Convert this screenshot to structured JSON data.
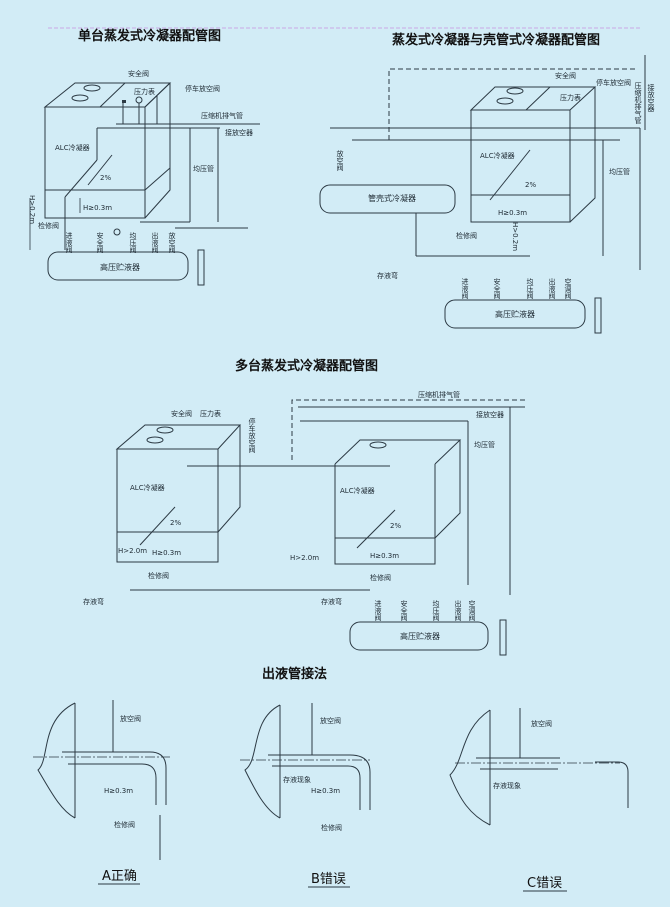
{
  "colors": {
    "background": "#d2ecf6",
    "line": "#2c3a44",
    "header_rule": "#c9a9e6"
  },
  "single": {
    "title": "单台蒸发式冷凝器配管图",
    "safety_valve": "安全阀",
    "pressure_gauge": "压力表",
    "shutdown_vent_valve": "停车放空阀",
    "compressor_discharge": "压缩机排气管",
    "air_purger": "接放空器",
    "condenser": "ALC冷凝器",
    "slope": "2%",
    "h_min": "H≥0.3m",
    "h_receiver": "H>0.2m",
    "service_valve": "检修阀",
    "equalizer_pipe": "均压管",
    "receiver": "高压贮液器",
    "inlet_valve": "进液阀",
    "receiver_safety": "安全阀",
    "equalizer_valve": "均压阀",
    "outlet_valve": "出液阀",
    "vent_valve": "放空阀"
  },
  "shell": {
    "title": "蒸发式冷凝器与壳管式冷凝器配管图",
    "safety_valve": "安全阀",
    "pressure_gauge": "压力表",
    "shutdown_vent_valve": "停车放空阀",
    "compressor_discharge": "压缩机排气管",
    "air_purger": "接放空器",
    "condenser": "ALC冷凝器",
    "shell_tube": "管壳式冷凝器",
    "vent_valve": "放空阀",
    "slope": "2%",
    "h_min": "H≥0.3m",
    "h_receiver": "H>0.2m",
    "service_valve": "检修阀",
    "trap": "存液弯",
    "equalizer_pipe": "均压管",
    "receiver": "高压贮液器",
    "inlet_valve": "进液阀",
    "receiver_safety": "安全阀",
    "equalizer_valve": "均压阀",
    "outlet_valve": "出液阀",
    "air_valve": "空调阀"
  },
  "multi": {
    "title": "多台蒸发式冷凝器配管图",
    "safety_valve": "安全阀",
    "pressure_gauge": "压力表",
    "shutdown_vent_valve": "停车放空阀",
    "compressor_discharge": "压缩机排气管",
    "air_purger": "接放空器",
    "equalizer_pipe": "均压管",
    "condenser_1": "ALC冷凝器",
    "condenser_2": "ALC冷凝器",
    "slope": "2%",
    "h_min": "H≥0.3m",
    "h_trap": "H>2.0m",
    "service_valve": "检修阀",
    "trap": "存液弯",
    "receiver": "高压贮液器",
    "inlet_valve": "进液阀",
    "receiver_safety": "安全阀",
    "equalizer_valve": "均压阀",
    "outlet_valve": "出液阀",
    "air_valve": "空调阀"
  },
  "outlet": {
    "title": "出液管接法",
    "vent_valve": "放空阀",
    "service_valve": "检修阀",
    "h_min": "H≥0.3m",
    "pooling": "存液现象",
    "captions": [
      "A正确",
      "B错误",
      "C错误"
    ]
  }
}
